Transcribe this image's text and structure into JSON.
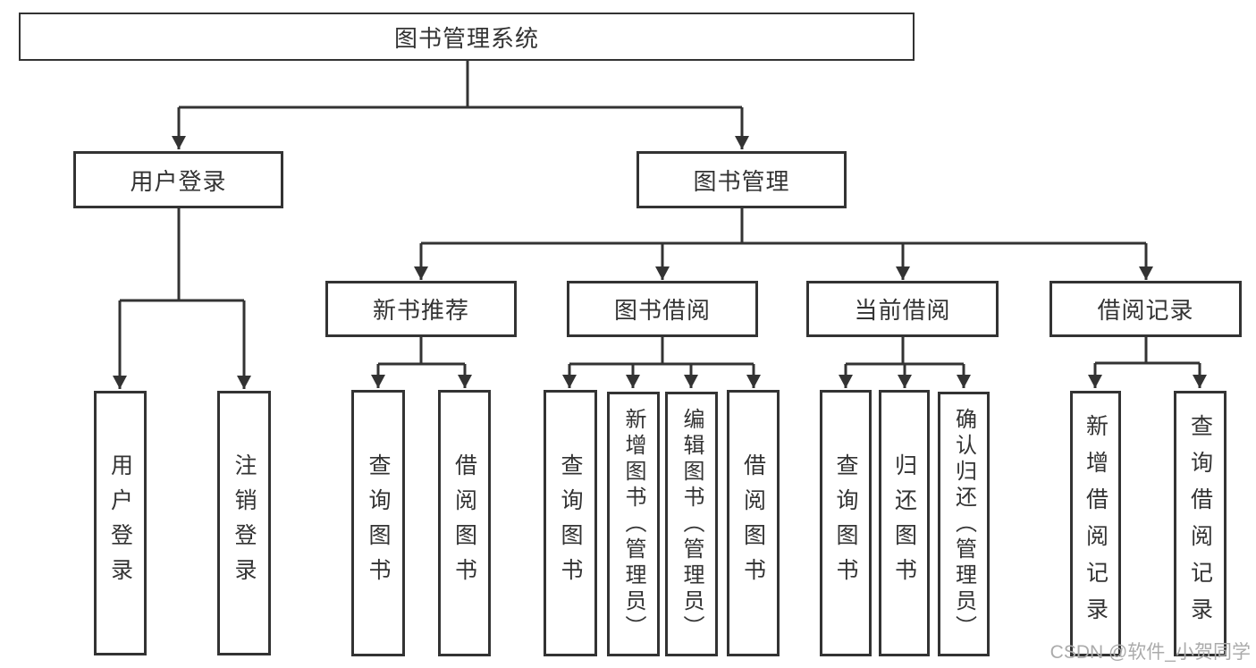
{
  "diagram": {
    "root": {
      "label": "图书管理系统",
      "children": [
        {
          "label": "用户登录",
          "children": [
            {
              "label": "用户登录"
            },
            {
              "label": "注销登录"
            }
          ]
        },
        {
          "label": "图书管理",
          "children": [
            {
              "label": "新书推荐",
              "children": [
                {
                  "label": "查询图书"
                },
                {
                  "label": "借阅图书"
                }
              ]
            },
            {
              "label": "图书借阅",
              "children": [
                {
                  "label": "查询图书"
                },
                {
                  "label": "新增图书（管理员）"
                },
                {
                  "label": "编辑图书（管理员）"
                },
                {
                  "label": "借阅图书"
                }
              ]
            },
            {
              "label": "当前借阅",
              "children": [
                {
                  "label": "查询图书"
                },
                {
                  "label": "归还图书"
                },
                {
                  "label": "确认归还（管理员）"
                }
              ]
            },
            {
              "label": "借阅记录",
              "children": [
                {
                  "label": "新增借阅记录"
                },
                {
                  "label": "查询借阅记录"
                }
              ]
            }
          ]
        }
      ]
    }
  },
  "watermark": {
    "text": "CSDN @软件_小贺同学"
  },
  "colors": {
    "line": "#333333",
    "text": "#333333",
    "watermark": "#ababab",
    "background": "#ffffff"
  }
}
